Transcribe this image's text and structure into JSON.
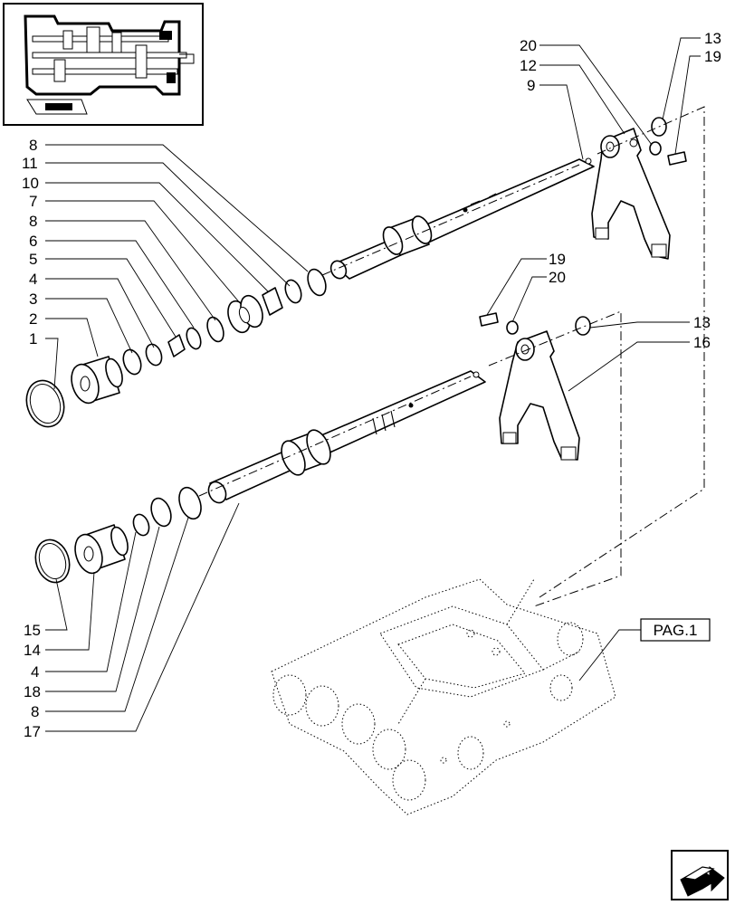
{
  "callouts": {
    "c8a": "8",
    "c11": "11",
    "c10": "10",
    "c7": "7",
    "c8b": "8",
    "c6": "6",
    "c5": "5",
    "c4a": "4",
    "c3": "3",
    "c2": "2",
    "c1": "1",
    "c20a": "20",
    "c12": "12",
    "c9": "9",
    "c13a": "13",
    "c19a": "19",
    "c19b": "19",
    "c20b": "20",
    "c13b": "13",
    "c16": "16",
    "c15": "15",
    "c14": "14",
    "c4b": "4",
    "c18": "18",
    "c8c": "8",
    "c17": "17"
  },
  "reference_box": {
    "label": "PAG.1"
  },
  "icons": {
    "thumbnail": "transmission-overview-thumbnail",
    "navigation": "next-page-arrow-icon"
  }
}
